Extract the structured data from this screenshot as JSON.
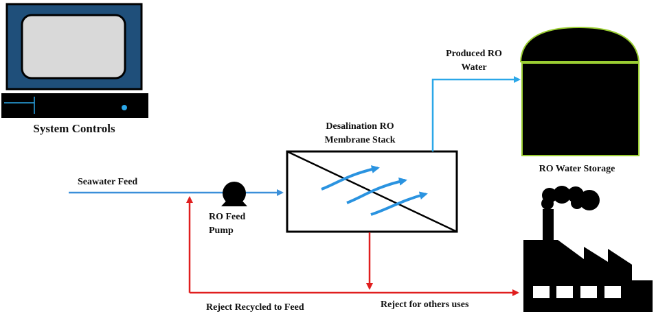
{
  "labels": {
    "system_controls": "System Controls",
    "seawater_feed": "Seawater Feed",
    "ro_feed_pump_line1": "RO Feed",
    "ro_feed_pump_line2": "Pump",
    "membrane_line1": "Desalination RO",
    "membrane_line2": "Membrane Stack",
    "produced_line1": "Produced RO",
    "produced_line2": "Water",
    "storage": "RO Water Storage",
    "reject_recycled": "Reject Recycled to Feed",
    "reject_others": "Reject for others uses"
  },
  "icons": {
    "computer": "computer-icon",
    "pump": "pump-icon",
    "membrane": "membrane-stack-icon",
    "tank": "storage-tank-icon",
    "factory": "factory-icon"
  },
  "colors": {
    "feed_line": "#3a8fd9",
    "product_line": "#2ba7e8",
    "reject_line": "#e01e1e",
    "membrane_flow": "#2a93e0",
    "monitor_frame": "#1f4f7a",
    "monitor_screen": "#d9d9d9",
    "tank_rim": "#9acd32",
    "icon_fill": "#000000"
  }
}
